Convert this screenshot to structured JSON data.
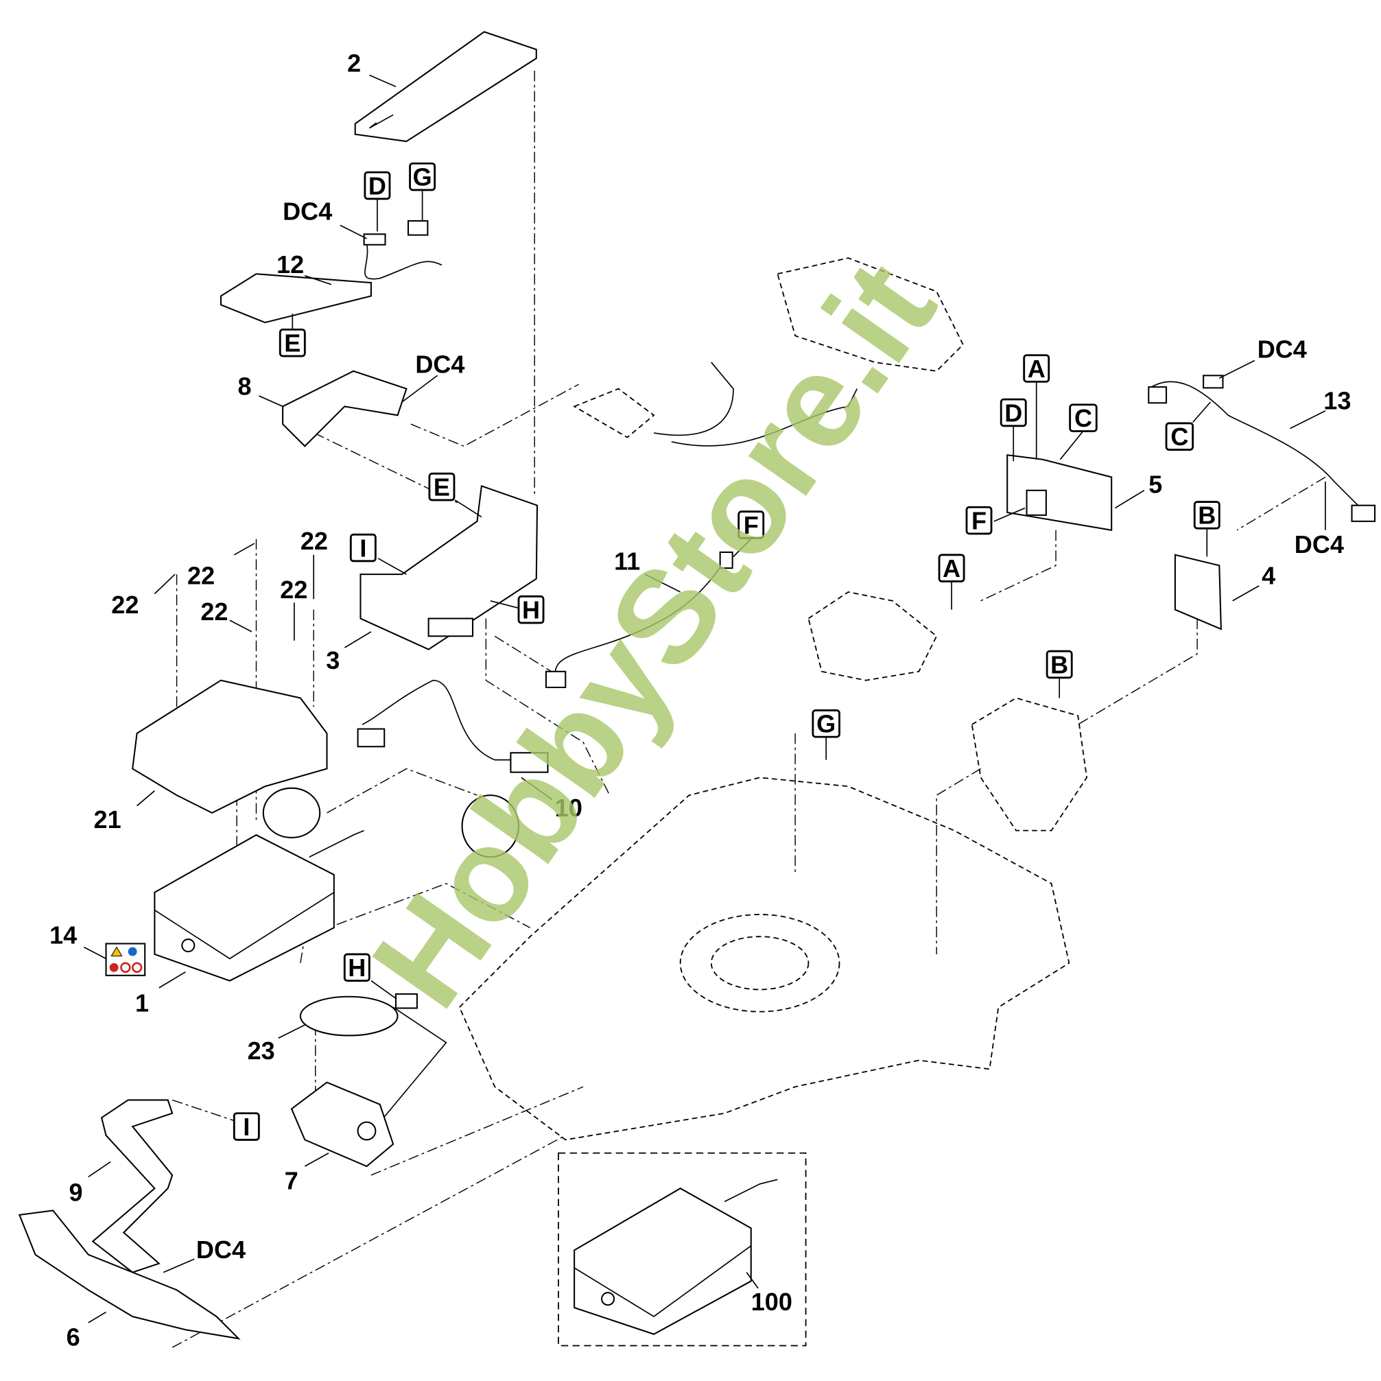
{
  "diagram": {
    "watermark": "HobbyStore.it",
    "labels": {
      "p2": "2",
      "p12": "12",
      "p8": "8",
      "p3": "3",
      "p21": "21",
      "p10": "10",
      "p11": "11",
      "p5": "5",
      "p13": "13",
      "p4": "4",
      "p14": "14",
      "p1": "1",
      "p23": "23",
      "p7": "7",
      "p9": "9",
      "p6": "6",
      "p100": "100",
      "p22a": "22",
      "p22b": "22",
      "p22c": "22",
      "p22d": "22",
      "p22e": "22",
      "dc4a": "DC4",
      "dc4b": "DC4",
      "dc4c": "DC4",
      "dc4d": "DC4",
      "dc4e": "DC4"
    },
    "refs": {
      "D1": "D",
      "G1": "G",
      "E1": "E",
      "E2": "E",
      "I1": "I",
      "H1": "H",
      "F1": "F",
      "A1": "A",
      "D2": "D",
      "C1": "C",
      "F2": "F",
      "C2": "C",
      "B1": "B",
      "A2": "A",
      "B2": "B",
      "G2": "G",
      "H2": "H",
      "I2": "I"
    },
    "warning_sticker": "14"
  }
}
